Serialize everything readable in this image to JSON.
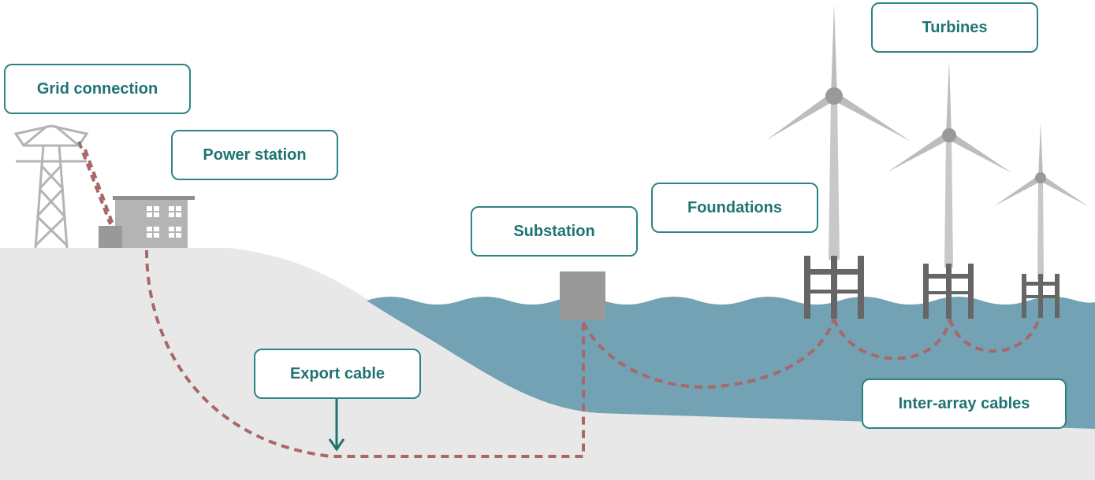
{
  "labels": {
    "grid_connection": "Grid connection",
    "power_station": "Power station",
    "substation": "Substation",
    "foundations": "Foundations",
    "turbines": "Turbines",
    "export_cable": "Export cable",
    "inter_array_cables": "Inter-array cables"
  },
  "colors": {
    "label_border": "#2a8583",
    "label_text": "#1f7472",
    "land": "#e8e8e8",
    "sea": "#72a2b3",
    "cable": "#a86868",
    "structure": "#b4b4b4",
    "foundation": "#666666",
    "substation": "#999999",
    "arrow": "#1f7472"
  },
  "icons": [
    "pylon-icon",
    "power-station-building-icon",
    "substation-icon",
    "wind-turbine-icon",
    "foundation-icon",
    "arrow-down-icon"
  ]
}
